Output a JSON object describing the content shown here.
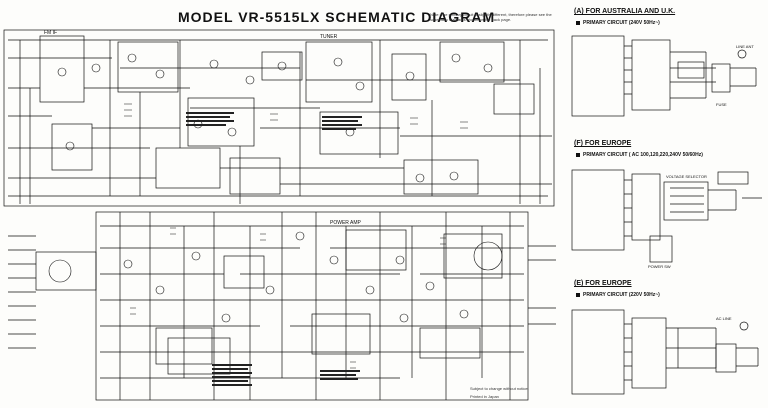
{
  "header": {
    "title": "MODEL VR-5515LX SCHEMATIC DIAGRAM",
    "note": "Note: The primary circuit is slightly different, therefore please see the schematic diagrams shown on the back page."
  },
  "panels": [
    {
      "id": "a",
      "heading": "(A) FOR AUSTRALIA AND U.K.",
      "subheading": "PRIMARY CIRCUIT (240V 50Hz~)"
    },
    {
      "id": "f",
      "heading": "(F) FOR EUROPE",
      "subheading": "PRIMARY CIRCUIT ( AC 100,120,220,240V 50/60Hz)"
    },
    {
      "id": "e",
      "heading": "(E) FOR EUROPE",
      "subheading": "PRIMARY CIRCUIT (220V 50Hz~)"
    }
  ],
  "footer": {
    "line1": "Subject to change without notice.",
    "line2": "Printed in Japan"
  },
  "labels": {
    "fm_if": "FM IF",
    "tuner": "TUNER",
    "power_amp": "POWER AMP",
    "line_ant": "LINE ANT",
    "voltage_selector": "VOLTAGE SELECTOR",
    "power_sw": "POWER SW",
    "fuse": "FUSE",
    "ac_line": "AC LINE"
  },
  "colors": {
    "ink": "#111111",
    "paper": "#fdfdfb"
  }
}
